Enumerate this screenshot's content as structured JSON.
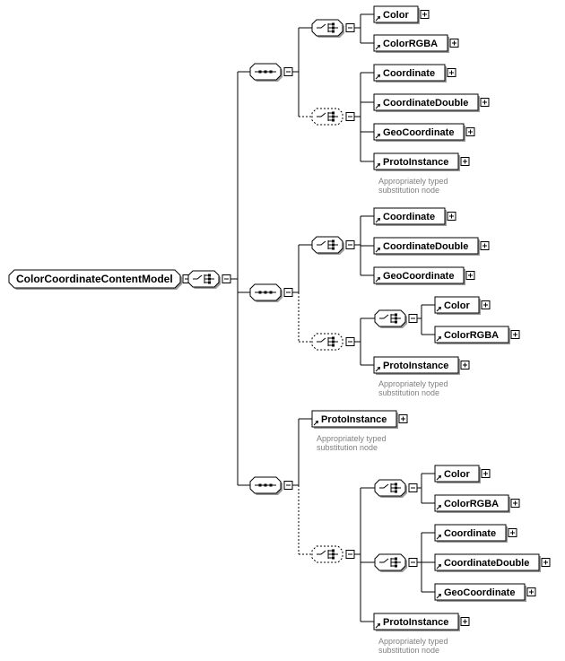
{
  "root": {
    "label": "ColorCoordinateContentModel"
  },
  "notes": {
    "substitution": [
      "Appropriately typed",
      "substitution node"
    ]
  },
  "groups": [
    {
      "options": [
        {
          "children": [
            "Color",
            "ColorRGBA"
          ]
        },
        {
          "optional": true,
          "children": [
            "Coordinate",
            "CoordinateDouble",
            "GeoCoordinate",
            "ProtoInstance"
          ]
        }
      ]
    },
    {
      "options": [
        {
          "children": [
            "Coordinate",
            "CoordinateDouble",
            "GeoCoordinate"
          ]
        },
        {
          "optional": true,
          "sub_choice": [
            "Color",
            "ColorRGBA"
          ],
          "children": [
            "ProtoInstance"
          ]
        }
      ]
    },
    {
      "leading": "ProtoInstance",
      "options": [
        {
          "optional": true,
          "sub_choice_a": [
            "Color",
            "ColorRGBA"
          ],
          "sub_choice_b": [
            "Coordinate",
            "CoordinateDouble",
            "GeoCoordinate"
          ],
          "children": [
            "ProtoInstance"
          ]
        }
      ]
    }
  ],
  "colors": {
    "line": "#000000",
    "shadow": "#9a9a9a",
    "note": "#808080",
    "background": "#ffffff"
  }
}
